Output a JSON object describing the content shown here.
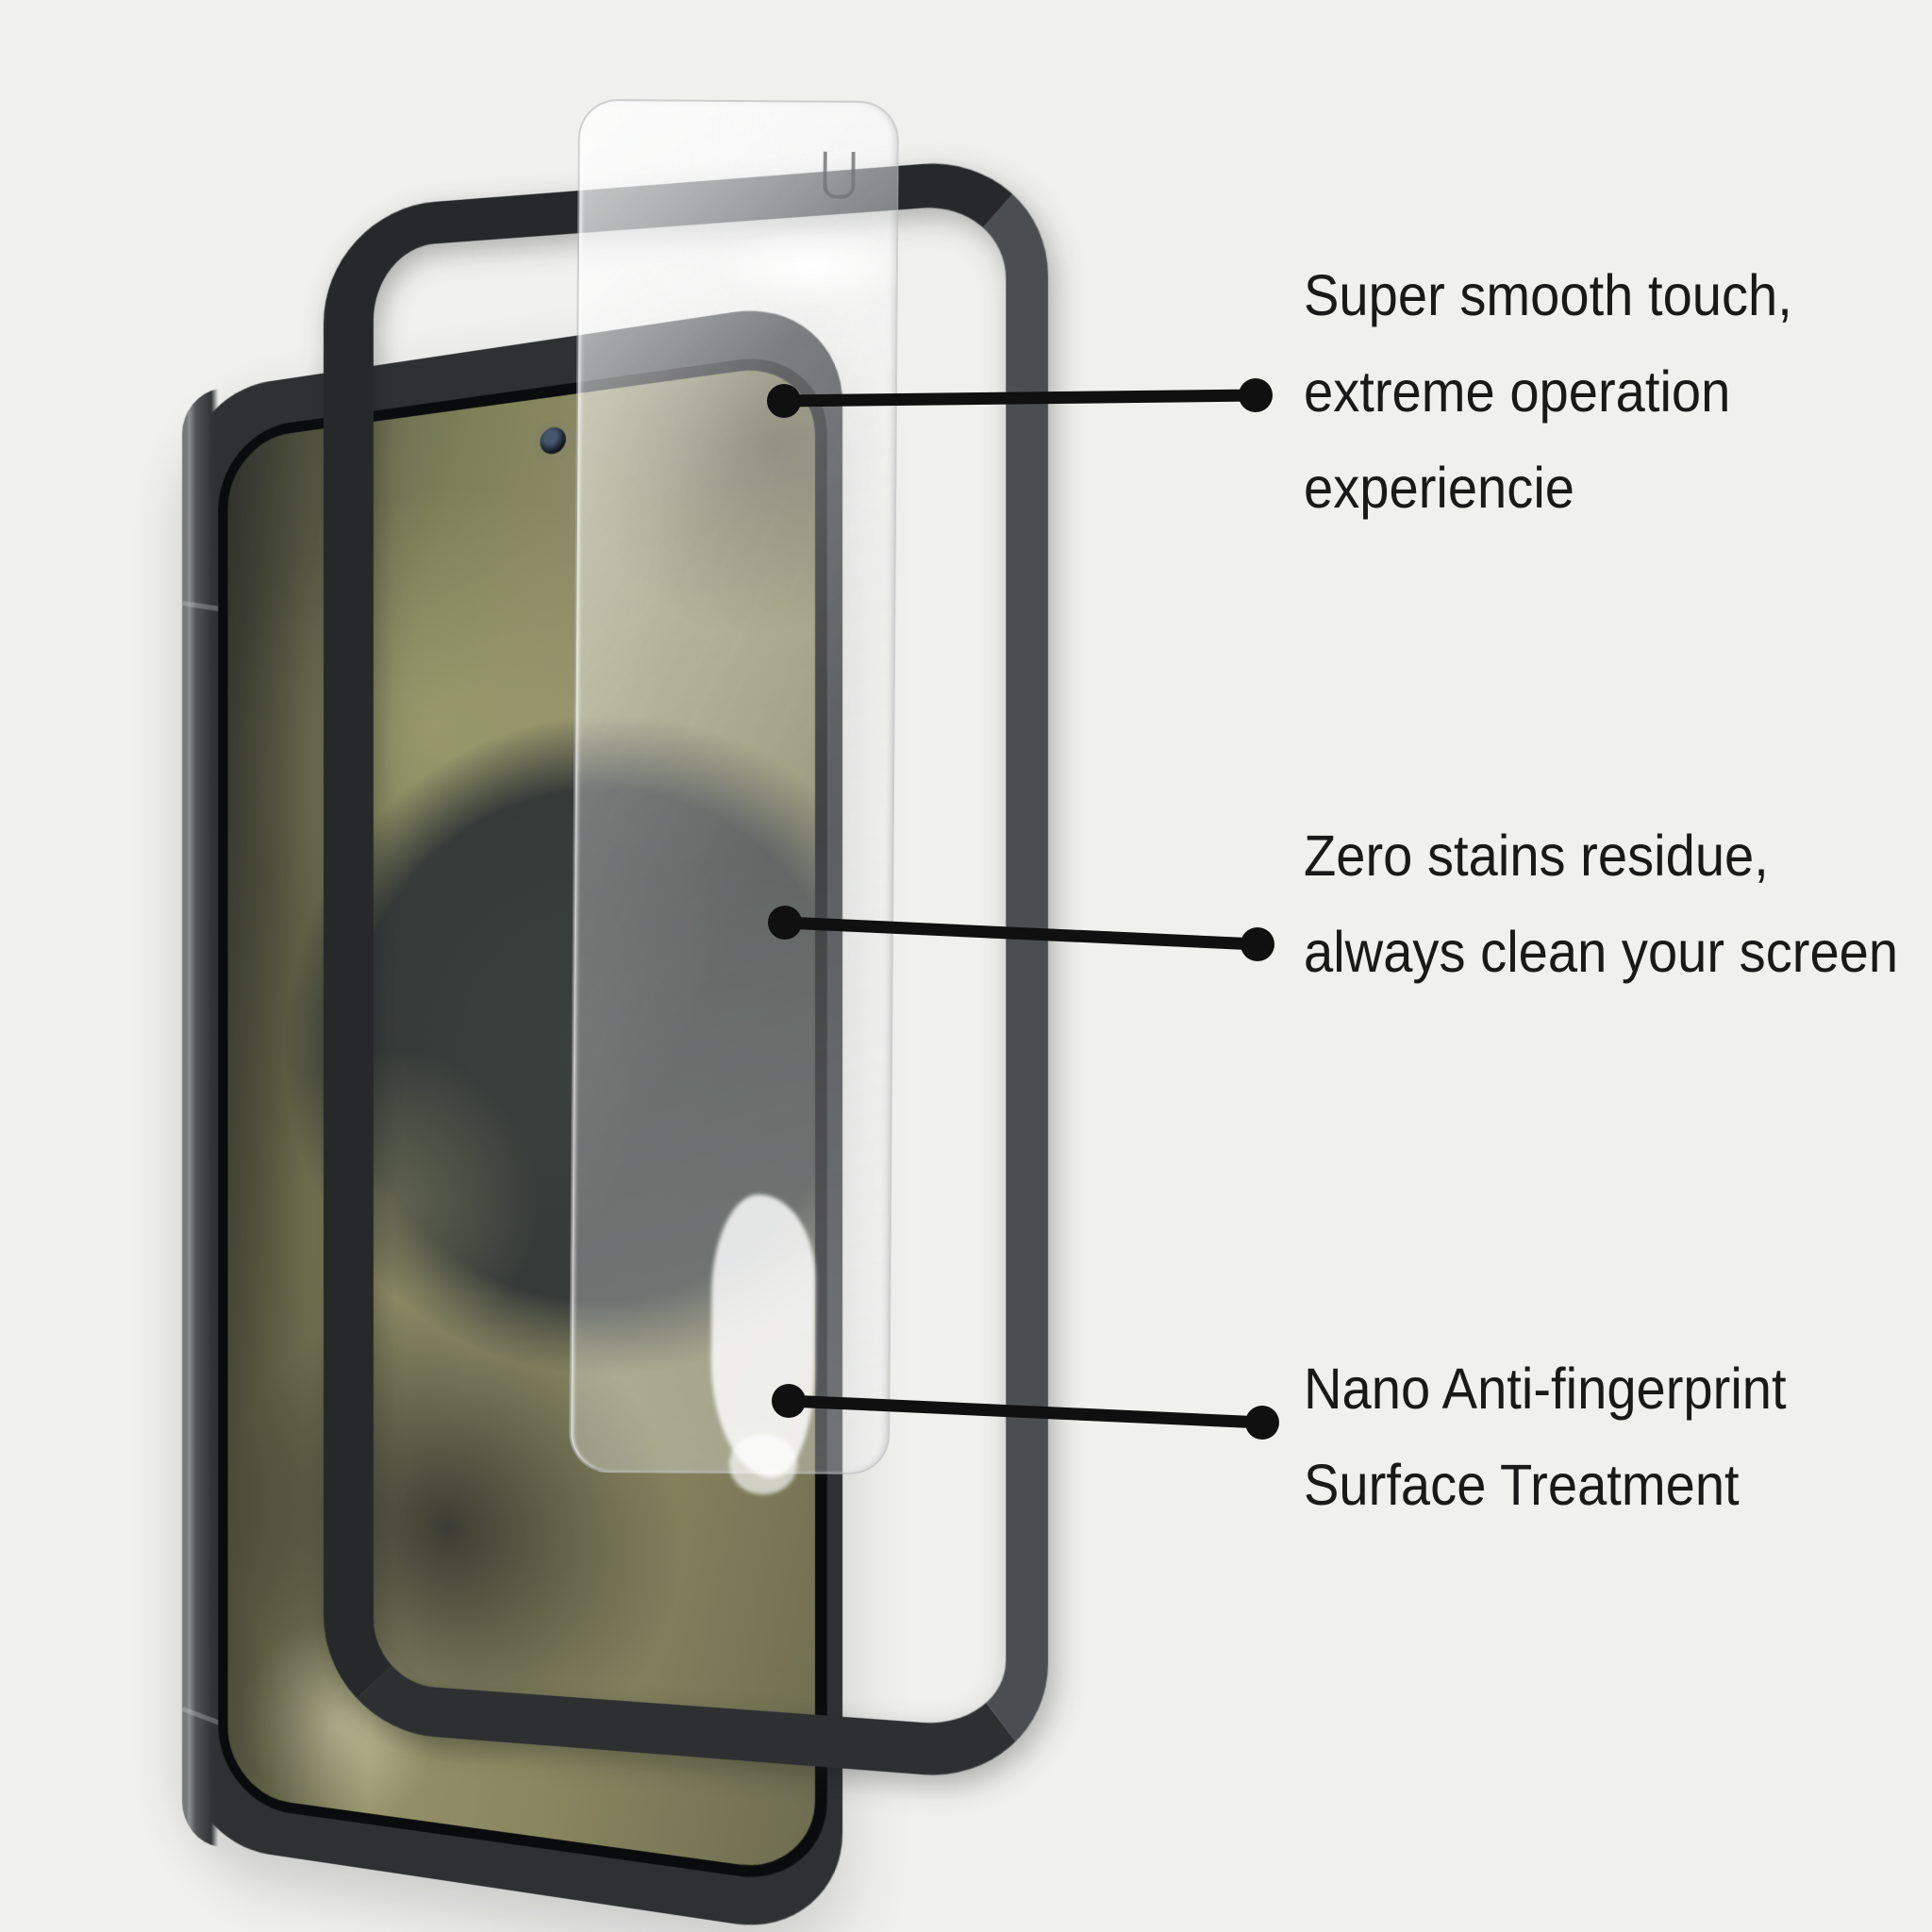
{
  "scene": {
    "background_color": "#f0f0ee",
    "objects": {
      "phone_icon": "smartphone-with-wallpaper",
      "frame_icon": "installation-alignment-frame",
      "glass_icon": "tempered-glass-protector",
      "hang_tab_icon": "pull-tab-mark",
      "camera_icon": "punch-hole-camera"
    },
    "colors": {
      "phone_body": "#2e3032",
      "screen_olive": "#8e8e63",
      "screen_dark_circle": "#383e3c",
      "frame_band": "#2a2c2e",
      "glass_tint": "rgba(248,250,251,0.38)"
    }
  },
  "annotations": {
    "text_color": "#191919",
    "leader_color": "#101010",
    "items": [
      {
        "id": "smooth-touch",
        "lines": [
          "Super smooth touch,",
          "extreme operation",
          "experiencie"
        ]
      },
      {
        "id": "zero-stains",
        "lines": [
          "Zero stains residue,",
          "always clean your screen"
        ]
      },
      {
        "id": "anti-fingerprint",
        "lines": [
          "Nano Anti-fingerprint",
          "Surface Treatment"
        ]
      }
    ]
  }
}
